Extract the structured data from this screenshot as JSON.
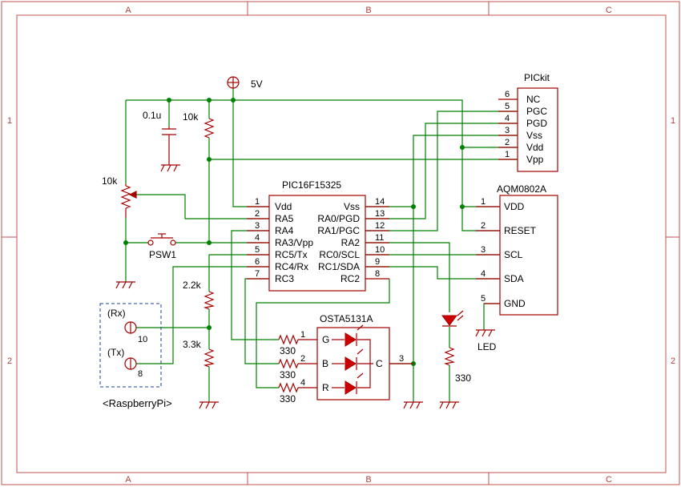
{
  "frame": {
    "columns": [
      "A",
      "B",
      "C"
    ],
    "rows": [
      "1",
      "2"
    ]
  },
  "power": {
    "label": "5V"
  },
  "components": {
    "c1": {
      "value": "0.1u"
    },
    "r_pullup": {
      "value": "10k"
    },
    "pot": {
      "value": "10k"
    },
    "switch": {
      "ref": "PSW1"
    },
    "r_div_top": {
      "value": "2.2k"
    },
    "r_div_bot": {
      "value": "3.3k"
    },
    "r_g": {
      "value": "330"
    },
    "r_b": {
      "value": "330"
    },
    "r_r": {
      "value": "330"
    },
    "r_led": {
      "value": "330"
    },
    "led": {
      "ref": "LED"
    }
  },
  "mcu": {
    "name": "PIC16F15325",
    "left_pins": [
      {
        "num": "1",
        "label": "Vdd"
      },
      {
        "num": "2",
        "label": "RA5"
      },
      {
        "num": "3",
        "label": "RA4"
      },
      {
        "num": "4",
        "label": "RA3/Vpp"
      },
      {
        "num": "5",
        "label": "RC5/Tx"
      },
      {
        "num": "6",
        "label": "RC4/Rx"
      },
      {
        "num": "7",
        "label": "RC3"
      }
    ],
    "right_pins": [
      {
        "num": "14",
        "label": "Vss"
      },
      {
        "num": "13",
        "label": "RA0/PGD"
      },
      {
        "num": "12",
        "label": "RA1/PGC"
      },
      {
        "num": "11",
        "label": "RA2"
      },
      {
        "num": "10",
        "label": "RC0/SCL"
      },
      {
        "num": "9",
        "label": "RC1/SDA"
      },
      {
        "num": "8",
        "label": "RC2"
      }
    ]
  },
  "pickit": {
    "name": "PICkit",
    "pins": [
      {
        "num": "6",
        "label": "NC"
      },
      {
        "num": "5",
        "label": "PGC"
      },
      {
        "num": "4",
        "label": "PGD"
      },
      {
        "num": "3",
        "label": "Vss"
      },
      {
        "num": "2",
        "label": "Vdd"
      },
      {
        "num": "1",
        "label": "Vpp"
      }
    ]
  },
  "lcd": {
    "name": "AQM0802A",
    "pins": [
      {
        "num": "1",
        "label": "VDD"
      },
      {
        "num": "2",
        "label": "RESET"
      },
      {
        "num": "3",
        "label": "SCL"
      },
      {
        "num": "4",
        "label": "SDA"
      },
      {
        "num": "5",
        "label": "GND"
      }
    ]
  },
  "rgb": {
    "name": "OSTA5131A",
    "pins": [
      {
        "num": "1",
        "label": "G"
      },
      {
        "num": "2",
        "label": "B"
      },
      {
        "num": "4",
        "label": "R"
      },
      {
        "num": "3",
        "label": "C"
      }
    ]
  },
  "rpi": {
    "name": "<RaspberryPi>",
    "rx": {
      "label": "(Rx)",
      "num": "10"
    },
    "tx": {
      "label": "(Tx)",
      "num": "8"
    }
  },
  "colors": {
    "wire": "#008000",
    "part": "#a40000",
    "frame": "#c0504d"
  }
}
